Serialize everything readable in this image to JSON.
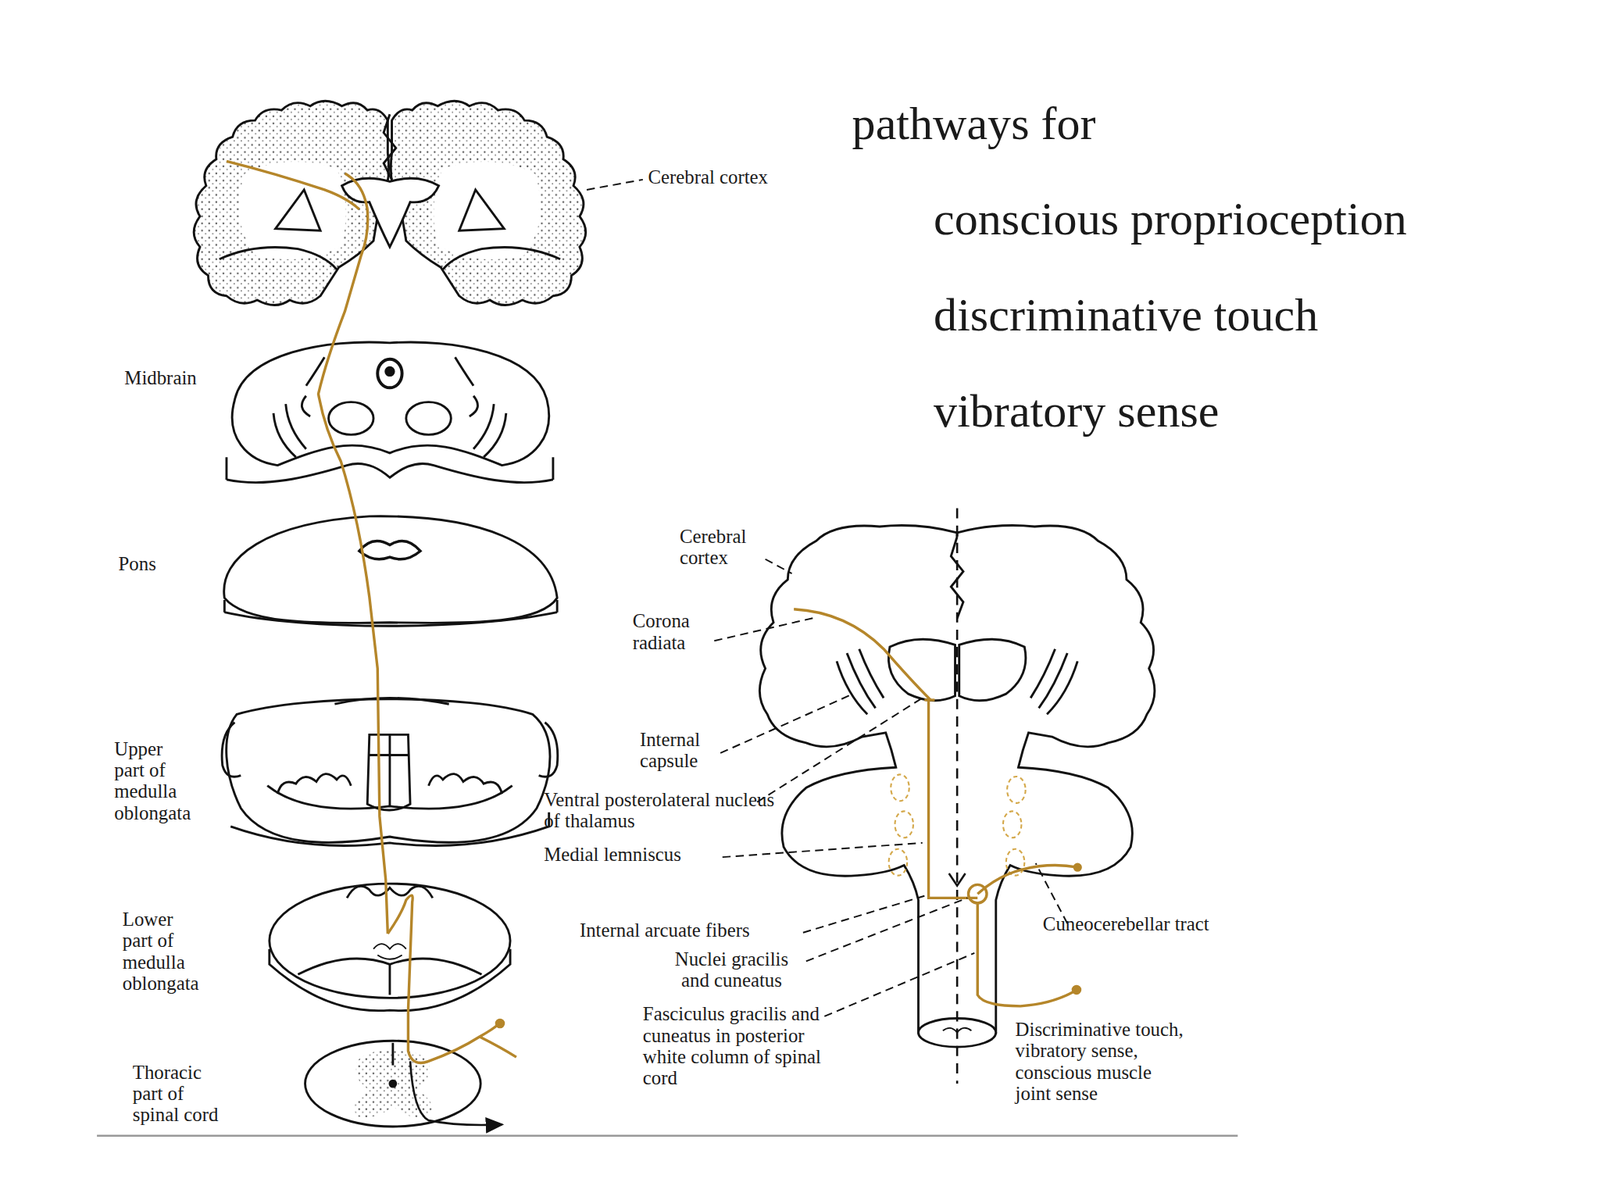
{
  "diagram": {
    "title": "pathways for",
    "labels": [
      "conscious proprioception",
      "discriminative touch",
      "vibratory sense",
      "Cerebral cortex",
      "Midbrain",
      "Pons",
      "Upper part of medulla oblongata",
      "Lower part of medulla oblongata",
      "Thoracic part of spinal cord",
      "Cerebral cortex",
      "Corona radiata",
      "Internal capsule",
      "Ventral posterolateral nucleus of thalamus",
      "Medial lemniscus",
      "Internal arcuate fibers",
      "Nuclei gracilis and cuneatus",
      "Fasciculus gracilis and cuneatus in posterior white column of spinal cord",
      "Cuneocerebellar tract",
      "Discriminative touch, vibratory sense, conscious muscle joint sense"
    ]
  }
}
